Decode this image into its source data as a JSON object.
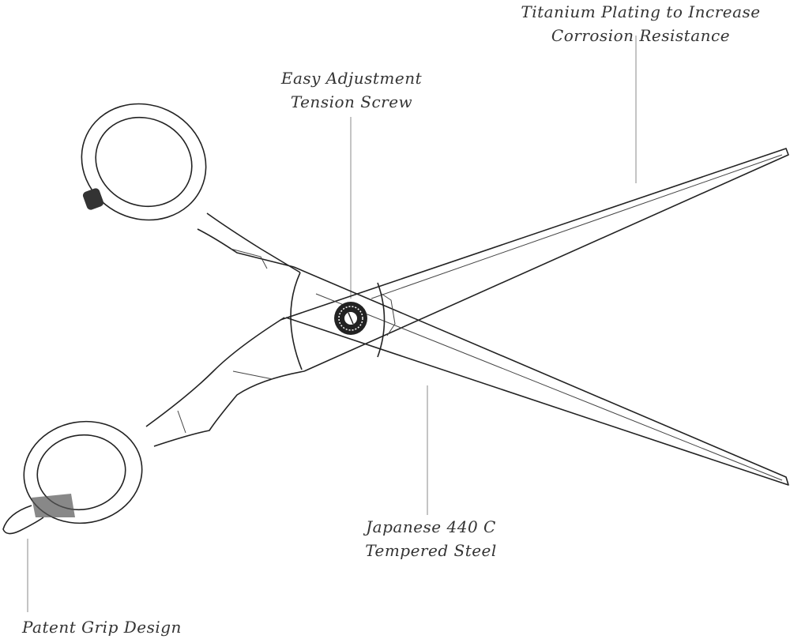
{
  "labels": {
    "titanium": [
      "Titanium Plating to Increase",
      "Corrosion Resistance"
    ],
    "screw": [
      "Easy Adjustment",
      "Tension Screw"
    ],
    "steel": [
      "Japanese 440 C",
      "Tempered Steel"
    ],
    "grip": "Patent Grip Design"
  }
}
